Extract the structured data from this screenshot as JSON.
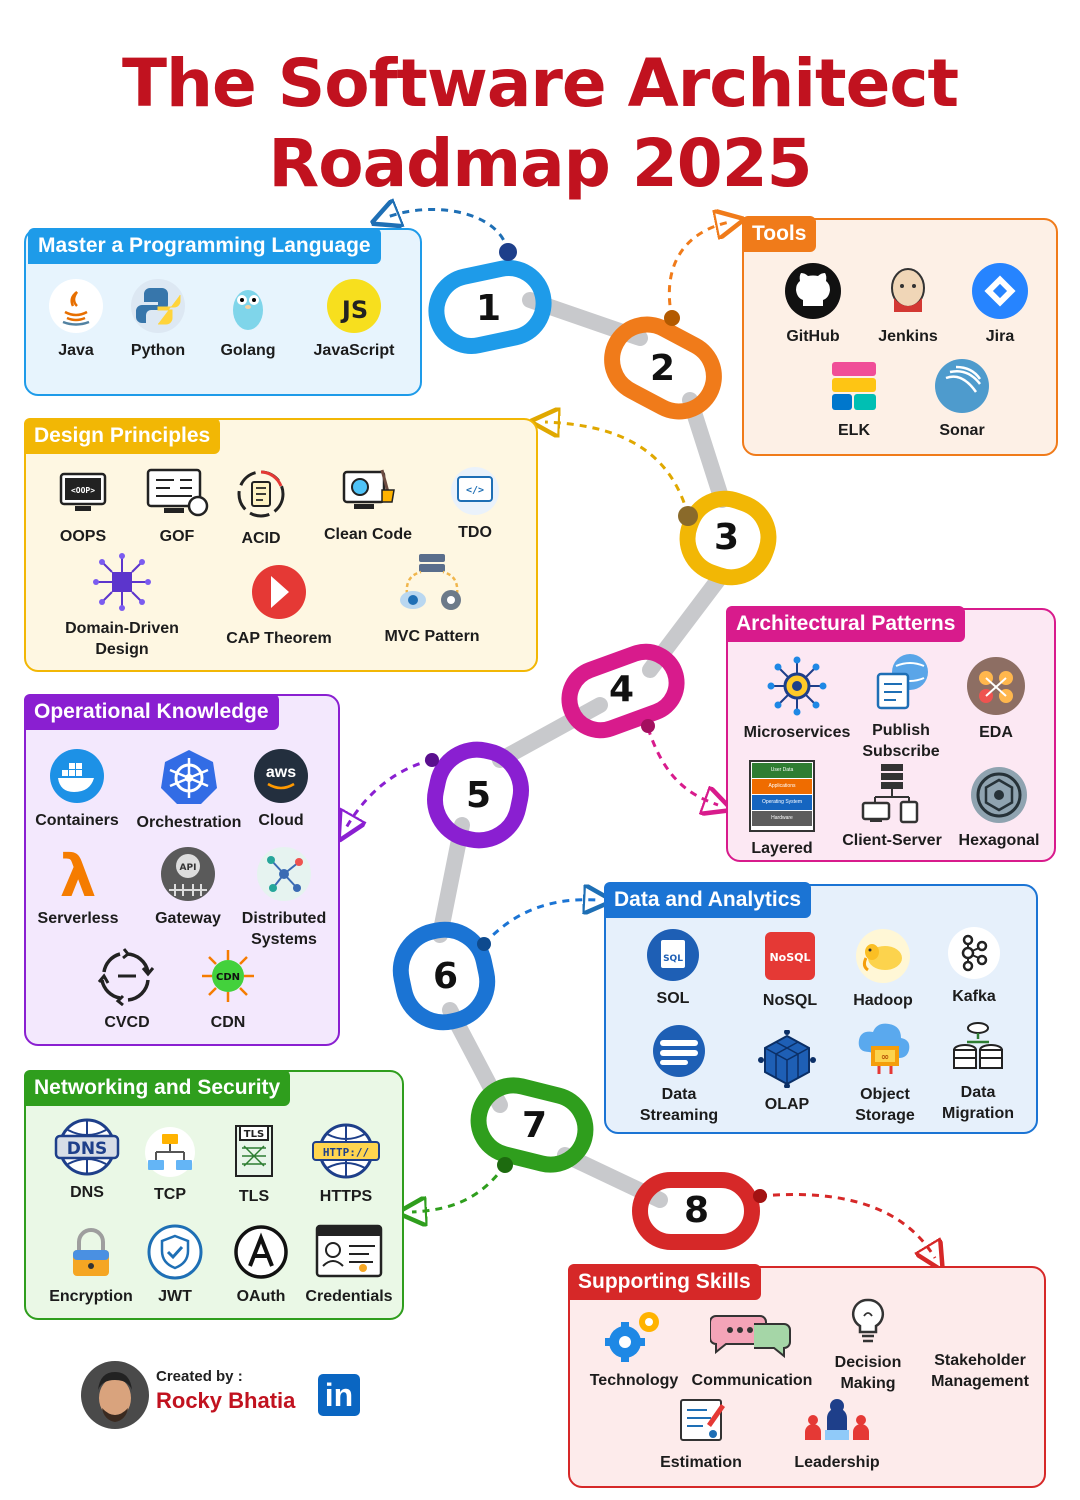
{
  "title": {
    "line1": "The Software Architect",
    "line2": "Roadmap 2025"
  },
  "colors": {
    "title": "#c1121f",
    "s1": "#1e9be9",
    "s2": "#f07b1a",
    "s3": "#f2b705",
    "s4": "#d81b8c",
    "s5": "#8a1fd1",
    "s6": "#1b74d4",
    "s7": "#2f9e1d",
    "s8": "#d62828",
    "connector": "#c8c9cc"
  },
  "steps": [
    "1",
    "2",
    "3",
    "4",
    "5",
    "6",
    "7",
    "8"
  ],
  "sections": {
    "programming": {
      "title": "Master a Programming Language",
      "items": [
        {
          "label": "Java",
          "icon": "java-icon"
        },
        {
          "label": "Python",
          "icon": "python-icon"
        },
        {
          "label": "Golang",
          "icon": "golang-icon"
        },
        {
          "label": "JavaScript",
          "icon": "javascript-icon",
          "icon_text": "JS"
        }
      ]
    },
    "tools": {
      "title": "Tools",
      "items": [
        {
          "label": "GitHub",
          "icon": "github-icon"
        },
        {
          "label": "Jenkins",
          "icon": "jenkins-icon"
        },
        {
          "label": "Jira",
          "icon": "jira-icon"
        },
        {
          "label": "ELK",
          "icon": "elk-icon"
        },
        {
          "label": "Sonar",
          "icon": "sonar-icon"
        }
      ]
    },
    "design": {
      "title": "Design Principles",
      "items": [
        {
          "label": "OOPS",
          "icon": "oops-icon",
          "icon_text": "<OOP>"
        },
        {
          "label": "GOF",
          "icon": "gof-icon"
        },
        {
          "label": "ACID",
          "icon": "acid-icon"
        },
        {
          "label": "Clean Code",
          "icon": "clean-code-icon"
        },
        {
          "label": "TDO",
          "icon": "tdo-icon"
        },
        {
          "label_line1": "Domain-Driven",
          "label_line2": "Design",
          "icon": "ddd-icon"
        },
        {
          "label": "CAP Theorem",
          "icon": "cap-icon"
        },
        {
          "label": "MVC Pattern",
          "icon": "mvc-icon"
        }
      ]
    },
    "architecture": {
      "title": "Architectural Patterns",
      "items": [
        {
          "label": "Microservices",
          "icon": "microservices-icon"
        },
        {
          "label_line1": "Publish",
          "label_line2": "Subscribe",
          "icon": "pubsub-icon"
        },
        {
          "label": "EDA",
          "icon": "eda-icon"
        },
        {
          "label": "Layered",
          "icon": "layered-icon",
          "layers": [
            "User Data",
            "Applications",
            "Operating System",
            "Hardware"
          ]
        },
        {
          "label": "Client-Server",
          "icon": "client-server-icon"
        },
        {
          "label": "Hexagonal",
          "icon": "hexagonal-icon"
        }
      ]
    },
    "operational": {
      "title": "Operational Knowledge",
      "items": [
        {
          "label": "Containers",
          "icon": "docker-icon"
        },
        {
          "label": "Orchestration",
          "icon": "kubernetes-icon"
        },
        {
          "label": "Cloud",
          "icon": "aws-icon",
          "icon_text": "aws"
        },
        {
          "label": "Serverless",
          "icon": "lambda-icon",
          "icon_text": "λ"
        },
        {
          "label": "Gateway",
          "icon": "api-gateway-icon",
          "icon_text": "API"
        },
        {
          "label_line1": "Distributed",
          "label_line2": "Systems",
          "icon": "distributed-icon"
        },
        {
          "label": "CVCD",
          "icon": "cicd-icon"
        },
        {
          "label": "CDN",
          "icon": "cdn-icon",
          "icon_text": "CDN"
        }
      ]
    },
    "data": {
      "title": "Data and Analytics",
      "items": [
        {
          "label": "SOL",
          "icon": "sql-icon",
          "icon_text": "SQL"
        },
        {
          "label": "NoSQL",
          "icon": "nosql-icon",
          "icon_text": "NoSQL"
        },
        {
          "label": "Hadoop",
          "icon": "hadoop-icon"
        },
        {
          "label": "Kafka",
          "icon": "kafka-icon"
        },
        {
          "label_line1": "Data",
          "label_line2": "Streaming",
          "icon": "streaming-icon"
        },
        {
          "label": "OLAP",
          "icon": "olap-icon"
        },
        {
          "label_line1": "Object",
          "label_line2": "Storage",
          "icon": "object-storage-icon"
        },
        {
          "label_line1": "Data",
          "label_line2": "Migration",
          "icon": "migration-icon"
        }
      ]
    },
    "network": {
      "title": "Networking and Security",
      "items": [
        {
          "label": "DNS",
          "icon": "dns-icon",
          "icon_text": "DNS"
        },
        {
          "label": "TCP",
          "icon": "tcp-icon"
        },
        {
          "label": "TLS",
          "icon": "tls-icon",
          "icon_text": "TLS"
        },
        {
          "label": "HTTPS",
          "icon": "https-icon",
          "icon_text": "HTTP://"
        },
        {
          "label": "Encryption",
          "icon": "encryption-icon"
        },
        {
          "label": "JWT",
          "icon": "jwt-icon"
        },
        {
          "label": "OAuth",
          "icon": "oauth-icon"
        },
        {
          "label": "Credentials",
          "icon": "credentials-icon"
        }
      ]
    },
    "skills": {
      "title": "Supporting Skills",
      "items": [
        {
          "label": "Technology",
          "icon": "gears-icon"
        },
        {
          "label": "Communication",
          "icon": "chat-icon"
        },
        {
          "label_line1": "Decision",
          "label_line2": "Making",
          "icon": "bulb-icon"
        },
        {
          "label_line1": "Stakeholder",
          "label_line2": "Management",
          "icon": "stakeholder-icon"
        },
        {
          "label": "Estimation",
          "icon": "estimation-icon"
        },
        {
          "label": "Leadership",
          "icon": "leadership-icon"
        }
      ]
    }
  },
  "credit": {
    "prefix": "Created by :",
    "name": "Rocky Bhatia",
    "badge": "in"
  }
}
